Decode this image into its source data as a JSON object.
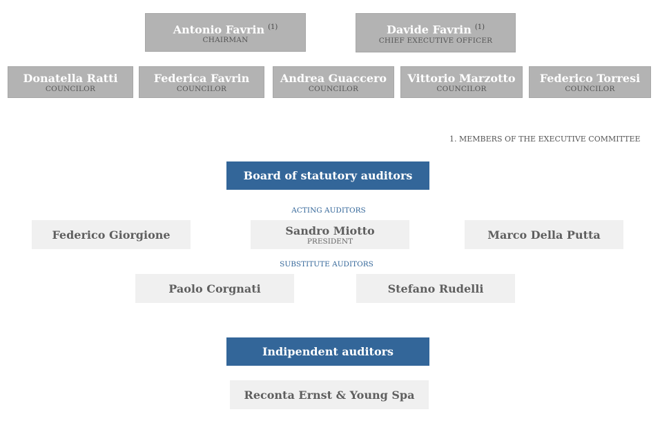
{
  "board": {
    "chairman": {
      "name": "Antonio Favrin",
      "note": "(1)",
      "role": "CHAIRMAN"
    },
    "ceo": {
      "name": "Davide Favrin",
      "note": "(1)",
      "role": "CHIEF EXECUTIVE OFFICER"
    },
    "councilors": [
      {
        "name": "Donatella Ratti",
        "role": "COUNCILOR"
      },
      {
        "name": "Federica Favrin",
        "role": "COUNCILOR"
      },
      {
        "name": "Andrea Guaccero",
        "role": "COUNCILOR"
      },
      {
        "name": "Vittorio Marzotto",
        "role": "COUNCILOR"
      },
      {
        "name": "Federico Torresi",
        "role": "COUNCILOR"
      }
    ],
    "footnote": "1. MEMBERS OF THE EXECUTIVE COMMITTEE"
  },
  "statutory": {
    "title": "Board of statutory auditors",
    "acting_label": "ACTING AUDITORS",
    "acting": [
      {
        "name": "Federico Giorgione",
        "role": ""
      },
      {
        "name": "Sandro Miotto",
        "role": "PRESIDENT"
      },
      {
        "name": "Marco Della Putta",
        "role": ""
      }
    ],
    "substitute_label": "SUBSTITUTE AUDITORS",
    "substitute": [
      {
        "name": "Paolo Corgnati"
      },
      {
        "name": "Stefano Rudelli"
      }
    ]
  },
  "independent": {
    "title": "Indipendent auditors",
    "firm": "Reconta Ernst & Young Spa"
  }
}
